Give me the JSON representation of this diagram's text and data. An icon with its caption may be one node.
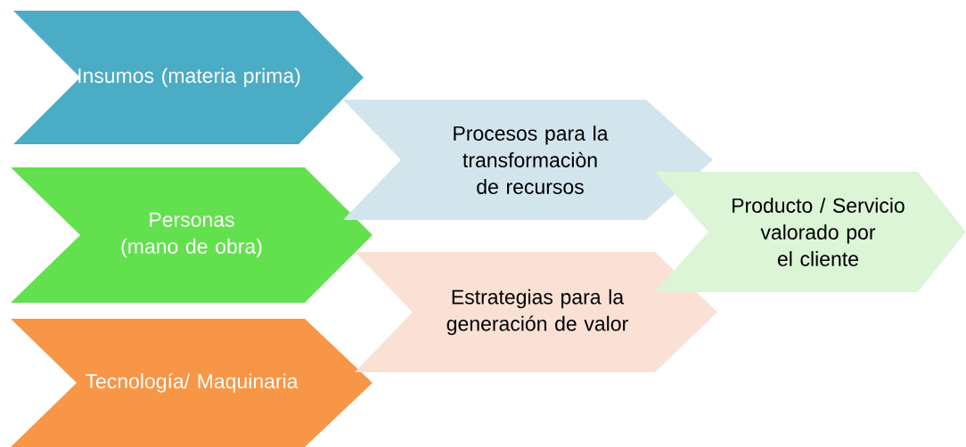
{
  "diagram": {
    "nodes": [
      {
        "text": [
          "Insumos (materia prima)"
        ]
      },
      {
        "text": [
          "Personas (mano de obra)"
        ]
      },
      {
        "text": [
          "Tecnología/ Maquinaria"
        ]
      },
      {
        "text": [
          "Procesos para la transformaciòn de recursos"
        ]
      },
      {
        "text": [
          "Estrategias para la generación de valor"
        ]
      },
      {
        "text": [
          "Producto / Servicio valorado por el cliente"
        ]
      }
    ]
  }
}
